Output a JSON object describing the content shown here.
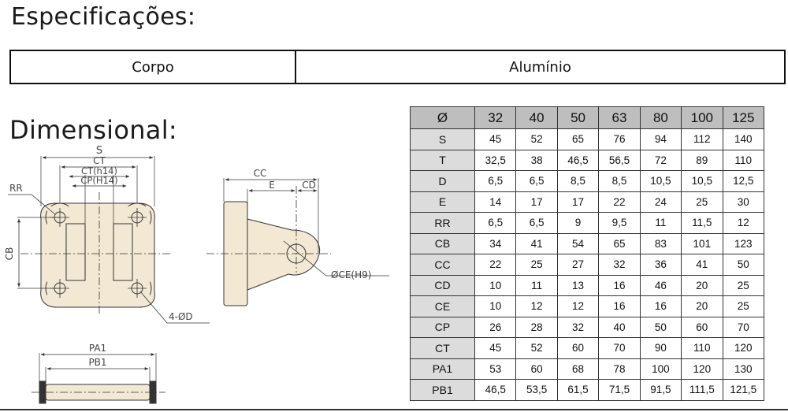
{
  "specs": {
    "heading": "Especificações:",
    "rows": [
      {
        "label": "Corpo",
        "value": "Alumínio"
      }
    ]
  },
  "dimensional": {
    "heading": "Dimensional:",
    "drawing_labels": {
      "S": "S",
      "CT": "CT",
      "CT_h14": "CT(h14)",
      "CP_H14": "CP(H14)",
      "RR": "RR",
      "CB": "CB",
      "hole_d": "4-ØD",
      "CC": "CC",
      "E": "E",
      "CD": "CD",
      "CE_H9": "ØCE(H9)",
      "PA1": "PA1",
      "PB1": "PB1"
    }
  },
  "dimension_table": {
    "header": [
      "Ø",
      "32",
      "40",
      "50",
      "63",
      "80",
      "100",
      "125"
    ],
    "rows": [
      [
        "S",
        "45",
        "52",
        "65",
        "76",
        "94",
        "112",
        "140"
      ],
      [
        "T",
        "32,5",
        "38",
        "46,5",
        "56,5",
        "72",
        "89",
        "110"
      ],
      [
        "D",
        "6,5",
        "6,5",
        "8,5",
        "8,5",
        "10,5",
        "10,5",
        "12,5"
      ],
      [
        "E",
        "14",
        "17",
        "17",
        "22",
        "24",
        "25",
        "30"
      ],
      [
        "RR",
        "6,5",
        "6,5",
        "9",
        "9,5",
        "11",
        "11,5",
        "12"
      ],
      [
        "CB",
        "34",
        "41",
        "54",
        "65",
        "83",
        "101",
        "123"
      ],
      [
        "CC",
        "22",
        "25",
        "27",
        "32",
        "36",
        "41",
        "50"
      ],
      [
        "CD",
        "10",
        "11",
        "13",
        "16",
        "46",
        "20",
        "25"
      ],
      [
        "CE",
        "10",
        "12",
        "12",
        "16",
        "16",
        "20",
        "25"
      ],
      [
        "CP",
        "26",
        "28",
        "32",
        "40",
        "50",
        "60",
        "70"
      ],
      [
        "CT",
        "45",
        "52",
        "60",
        "70",
        "90",
        "110",
        "120"
      ],
      [
        "PA1",
        "53",
        "60",
        "68",
        "78",
        "100",
        "120",
        "130"
      ],
      [
        "PB1",
        "46,5",
        "53,5",
        "61,5",
        "71,5",
        "91,5",
        "111,5",
        "121,5"
      ]
    ]
  },
  "colors": {
    "part_fill": "#f3e8d3",
    "header_fill": "#bebebe",
    "row_head_fill": "#dcdcdc"
  }
}
